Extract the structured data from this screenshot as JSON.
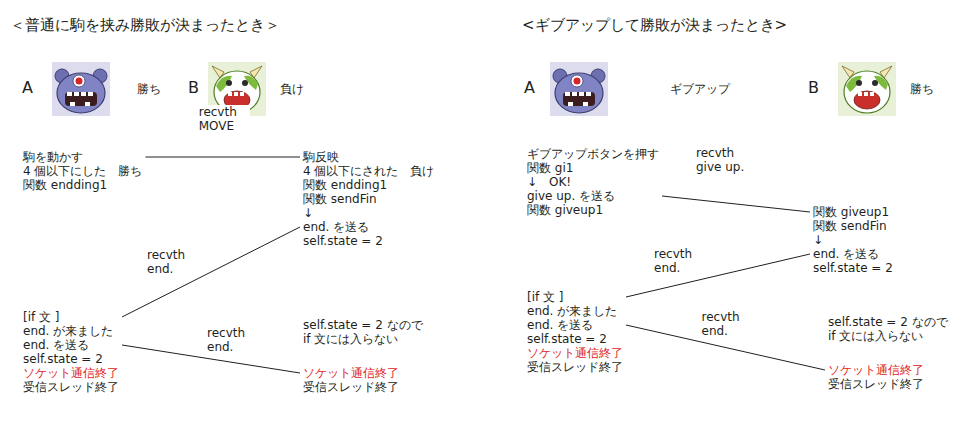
{
  "diagram": {
    "nodes": [
      {
        "text": [
          "駒を動かす",
          "4 個以下にした　勝ち",
          "関数 endding1"
        ]
      },
      {
        "text": [
          "駒反映",
          "4 個以下にされた　負け",
          "関数 endding1",
          "関数 sendFin",
          "↓",
          "end. を送る",
          "self.state = 2"
        ]
      },
      {
        "text": [
          "[if 文 ]",
          "end. が来ました",
          "end. を送る",
          "self.state = 2",
          "ソケット通信終了",
          "受信スレッド終了"
        ]
      },
      {
        "text": [
          "self.state = 2 なので",
          "if 文には入らない"
        ]
      },
      {
        "text": [
          "ソケット通信終了",
          "受信スレッド終了"
        ]
      },
      {
        "text": [
          "ギブアップボタンを押す",
          "関数 gi1",
          "↓　OK!",
          "give up. を送る",
          "関数 giveup1"
        ]
      },
      {
        "text": [
          "関数 giveup1",
          "関数 sendFin",
          "↓",
          "end. を送る",
          "self.state = 2"
        ]
      },
      {
        "text": [
          "[if 文 ]",
          "end. が来ました",
          "end. を送る",
          "self.state = 2",
          "ソケット通信終了",
          "受信スレッド終了"
        ]
      },
      {
        "text": [
          "self.state = 2 なので",
          "if 文には入らない"
        ]
      },
      {
        "text": [
          "ソケット通信終了",
          "受信スレッド終了"
        ]
      }
    ],
    "edges": [
      {
        "from": 0,
        "to": 1,
        "arrow": "none",
        "label": "recvth MOVE"
      },
      {
        "from": 1,
        "to": 2,
        "arrow": "none",
        "label": "recvth end."
      },
      {
        "from": 2,
        "to": 4,
        "arrow": "none",
        "label": "recvth end."
      },
      {
        "from": 5,
        "to": 6,
        "arrow": "none",
        "label": "recvth give up."
      },
      {
        "from": 6,
        "to": 7,
        "arrow": "none",
        "label": "recvth end."
      },
      {
        "from": 7,
        "to": 9,
        "arrow": "none",
        "label": "recvth end."
      }
    ],
    "labels": [
      "＜普通に駒を挟み勝敗が決まったとき＞",
      "A",
      "勝ち",
      "B",
      "負け",
      "<ギブアップして勝敗が決まったとき>",
      "A",
      "ギブアップ",
      "B",
      "勝ち"
    ]
  }
}
